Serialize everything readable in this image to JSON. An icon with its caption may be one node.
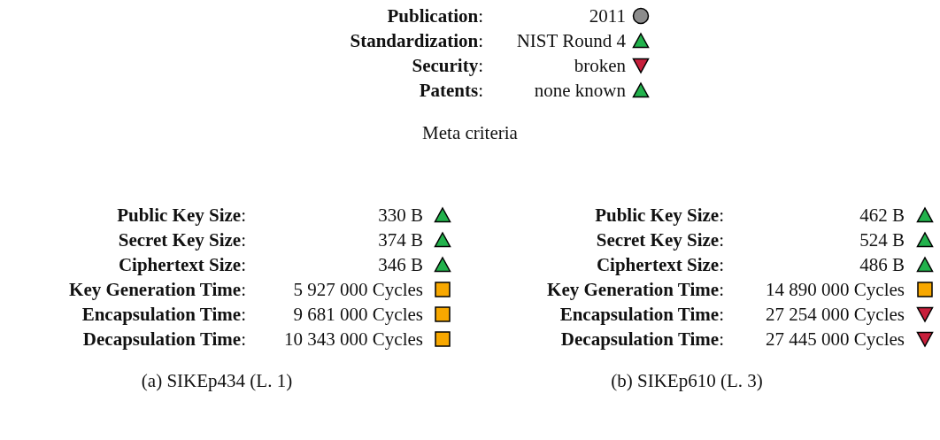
{
  "diagram": {
    "labels": [
      "**Publication**:",
      "2011",
      "**Standardization**:",
      "NIST Round 4",
      "**Security**:",
      "broken",
      "**Patents**:",
      "none known",
      "Meta criteria",
      "**Public Key Size**:",
      "330 B",
      "**Public Key Size**:",
      "462 B",
      "**Secret Key Size**:",
      "374 B",
      "**Secret Key Size**:",
      "524 B",
      "**Ciphertext Size**:",
      "346 B",
      "**Ciphertext Size**:",
      "486 B",
      "**Key Generation Time**:",
      "5 927 000 Cycles",
      "**Key Generation Time**:",
      "14 890 000 Cycles",
      "**Encapsulation Time**:",
      "9 681 000 Cycles",
      "**Encapsulation Time**:",
      "27 254 000 Cycles",
      "**Decapsulation Time**:",
      "10 343 000 Cycles",
      "**Decapsulation Time**:",
      "27 445 000 Cycles",
      "(a) SIKEp434 (L. 1)",
      "(b) SIKEp610 (L. 3)"
    ]
  }
}
